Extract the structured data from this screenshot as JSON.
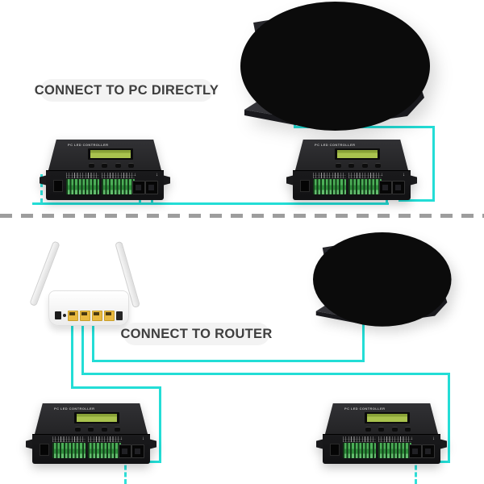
{
  "sections": {
    "top": {
      "title": "CONNECT TO PC DIRECTLY"
    },
    "bottom": {
      "title": "CONNECT TO ROUTER"
    }
  },
  "devices": {
    "controller": {
      "label": "PC LED CONTROLLER",
      "count": 4,
      "ethernet_ports_each": 2
    },
    "laptop": {
      "count": 2
    },
    "router": {
      "lan_port_count": 4,
      "antenna_count": 2
    }
  },
  "icons": {
    "controller_port_arrow": "↓"
  },
  "colors": {
    "cable_cyan": "#23ddd6",
    "divider_gray": "#9d9d9d",
    "pill_background": "#f3f3f3",
    "pill_text": "#3e3e3e",
    "terminal_green": "#39963f",
    "lcd_green": "#a9c24e",
    "router_port_yellow": "#e9b93f",
    "laptop_screen_blue": "#1470c4"
  }
}
